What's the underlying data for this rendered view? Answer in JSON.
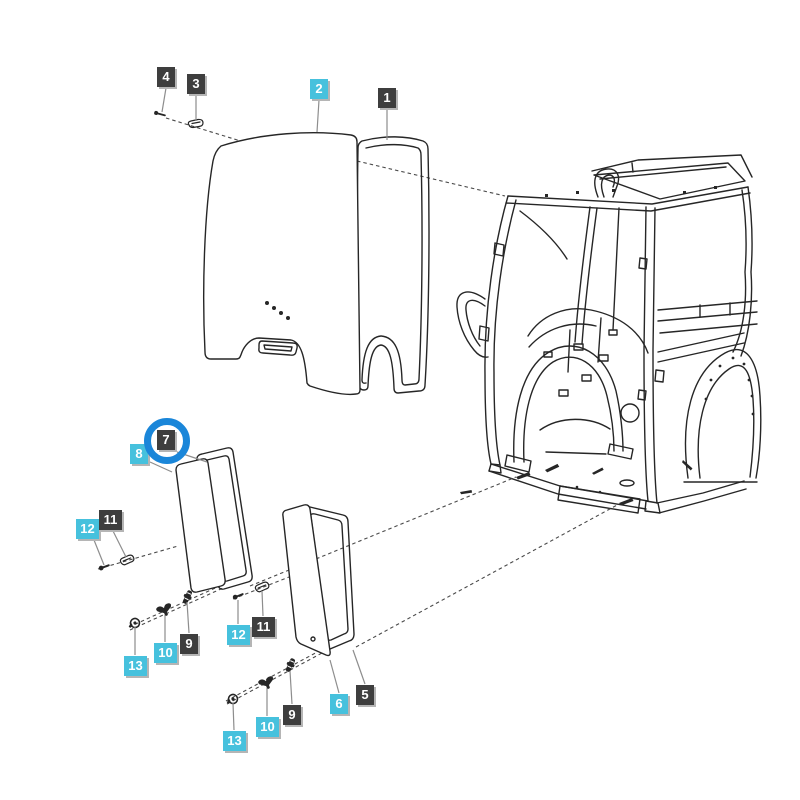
{
  "diagram": {
    "colors": {
      "background": "#ffffff",
      "line": "#262626",
      "dark_label_bg": "#3e3e3e",
      "cyan_label_bg": "#46c1dd",
      "label_text": "#ffffff",
      "label_shadow": "#b5b5b5",
      "highlight_ring": "#1a86d9"
    },
    "callouts": [
      {
        "label": "4",
        "variant": "dark",
        "highlighted": false
      },
      {
        "label": "3",
        "variant": "dark",
        "highlighted": false
      },
      {
        "label": "2",
        "variant": "cyan",
        "highlighted": false
      },
      {
        "label": "1",
        "variant": "dark",
        "highlighted": false
      },
      {
        "label": "7",
        "variant": "dark",
        "highlighted": true
      },
      {
        "label": "8",
        "variant": "cyan",
        "highlighted": false
      },
      {
        "label": "12",
        "variant": "cyan",
        "highlighted": false
      },
      {
        "label": "11",
        "variant": "dark",
        "highlighted": false
      },
      {
        "label": "9",
        "variant": "dark",
        "highlighted": false
      },
      {
        "label": "10",
        "variant": "cyan",
        "highlighted": false
      },
      {
        "label": "13",
        "variant": "cyan",
        "highlighted": false
      },
      {
        "label": "12",
        "variant": "cyan",
        "highlighted": false
      },
      {
        "label": "11",
        "variant": "dark",
        "highlighted": false
      },
      {
        "label": "6",
        "variant": "cyan",
        "highlighted": false
      },
      {
        "label": "5",
        "variant": "dark",
        "highlighted": false
      },
      {
        "label": "9",
        "variant": "dark",
        "highlighted": false
      },
      {
        "label": "10",
        "variant": "cyan",
        "highlighted": false
      },
      {
        "label": "13",
        "variant": "cyan",
        "highlighted": false
      }
    ]
  }
}
